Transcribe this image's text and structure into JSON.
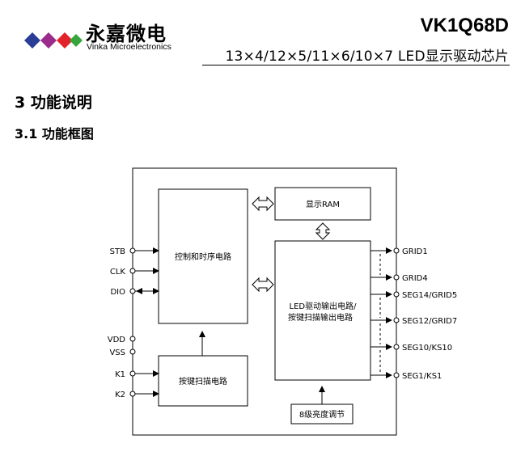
{
  "header": {
    "brand_cn": "永嘉微电",
    "brand_en": "Vinka Microelectronics",
    "part_number": "VK1Q68D",
    "subtitle": "13×4/12×5/11×6/10×7  LED显示驱动芯片"
  },
  "section": {
    "title": "3   功能说明",
    "subtitle": "3.1  功能框图"
  },
  "diagram": {
    "blocks": {
      "control": "控制和时序电路",
      "display_ram": "显示RAM",
      "driver_line1": "LED驱动输出电路/",
      "driver_line2": "按键扫描输出电路",
      "key_scan": "按键扫描电路",
      "brightness": "8级亮度调节"
    },
    "left_pins": [
      "STB",
      "CLK",
      "DIO",
      "VDD",
      "VSS",
      "K1",
      "K2"
    ],
    "right_pins": [
      "GRID1",
      "GRID4",
      "SEG14/GRID5",
      "SEG12/GRID7",
      "SEG10/KS10",
      "SEG1/KS1"
    ]
  },
  "colors": {
    "logo_blue": "#2a3d97",
    "logo_purple": "#9b2b8c",
    "logo_red": "#e2232a",
    "logo_green": "#35a63b"
  }
}
